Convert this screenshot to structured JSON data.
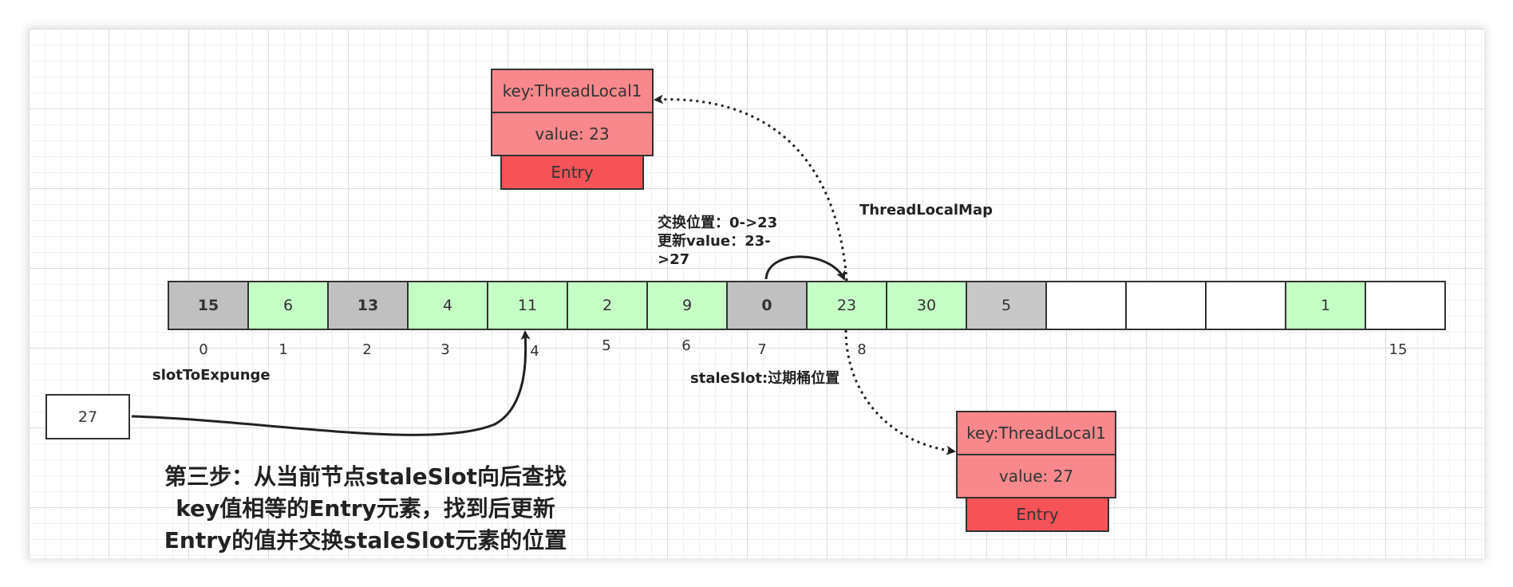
{
  "diagram": {
    "entry_top": {
      "key": "key:ThreadLocal1",
      "value": "value: 23",
      "tag": "Entry"
    },
    "entry_bottom": {
      "key": "key:ThreadLocal1",
      "value": "value: 27",
      "tag": "Entry"
    },
    "map_label": "ThreadLocalMap",
    "swap_note": [
      "交换位置：0->23",
      "更新value：23-",
      ">27"
    ],
    "slots": [
      {
        "text": "15",
        "state": "stale"
      },
      {
        "text": "6",
        "state": "valid"
      },
      {
        "text": "13",
        "state": "stale"
      },
      {
        "text": "4",
        "state": "valid"
      },
      {
        "text": "11",
        "state": "valid"
      },
      {
        "text": "2",
        "state": "valid"
      },
      {
        "text": "9",
        "state": "valid"
      },
      {
        "text": "0",
        "state": "stale"
      },
      {
        "text": "23",
        "state": "valid"
      },
      {
        "text": "30",
        "state": "valid"
      },
      {
        "text": "5",
        "state": "stale-light"
      },
      {
        "text": "",
        "state": "empty"
      },
      {
        "text": "",
        "state": "empty"
      },
      {
        "text": "",
        "state": "empty"
      },
      {
        "text": "1",
        "state": "valid"
      },
      {
        "text": "",
        "state": "empty"
      }
    ],
    "indices": [
      "0",
      "1",
      "2",
      "3",
      "4",
      "5",
      "6",
      "7",
      "8",
      "15"
    ],
    "slot_to_expunge_label": "slotToExpunge",
    "stale_slot_label": "staleSlot:过期桶位置",
    "input_value": "27",
    "caption": [
      "第三步：从当前节点staleSlot向后查找",
      "key值相等的Entry元素，找到后更新",
      "Entry的值并交换staleSlot元素的位置"
    ]
  },
  "colors": {
    "valid": "#c5ffc6",
    "stale": "#c0c0c0",
    "stale_light": "#c8c8c8",
    "empty": "#ffffff",
    "entry_body": "#f8888c",
    "entry_tag": "#f65358"
  }
}
